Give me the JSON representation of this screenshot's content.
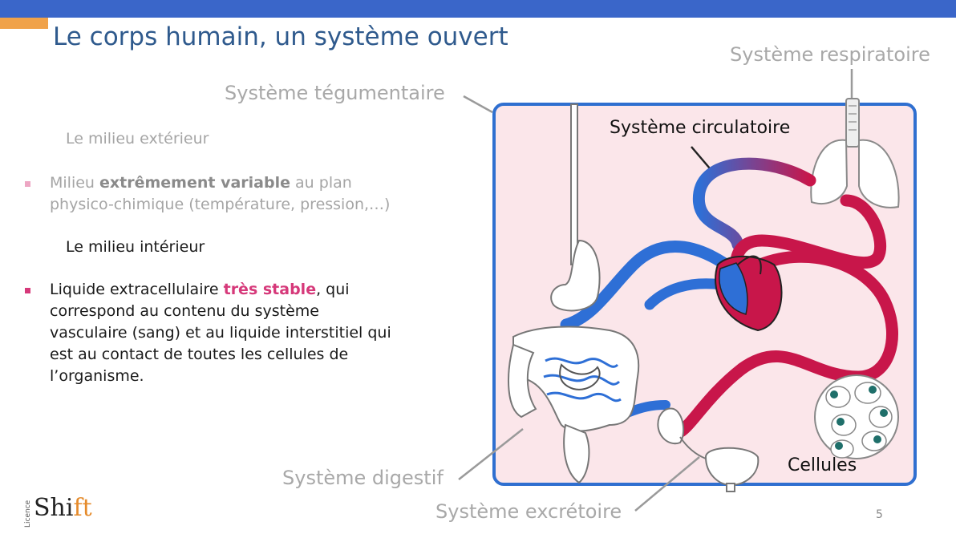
{
  "slide": {
    "title": "Le corps humain, un système ouvert",
    "page_number": "5"
  },
  "text": {
    "exterior_heading": "Le milieu extérieur",
    "exterior_bullet": {
      "before": "Milieu ",
      "bold": "extrêmement variable",
      "after_line1": " au plan",
      "line2": "physico-chimique (température, pression,…)"
    },
    "interior_heading": "Le milieu intérieur",
    "interior_bullet": {
      "line1_before": "Liquide extracellulaire ",
      "line1_bold": "très stable",
      "line1_after": ", qui",
      "line2": "correspond au contenu du système",
      "line3": "vasculaire (sang) et au liquide interstitiel qui",
      "line4": "est au contact de toutes les cellules de",
      "line5": "l’organisme."
    }
  },
  "diagram": {
    "labels": {
      "respiratory": "Système respiratoire",
      "integumentary": "Système tégumentaire",
      "circulatory": "Système circulatoire",
      "digestive": "Système digestif",
      "excretory": "Système excrétoire",
      "cells": "Cellules"
    },
    "colors": {
      "frame": "#2f6fd0",
      "interior": "#fbe6ea",
      "artery": "#c8164a",
      "vein": "#2e6fd6"
    }
  },
  "logo": {
    "vertical": "Licence",
    "word_start": "Shi",
    "word_end": "ft"
  }
}
